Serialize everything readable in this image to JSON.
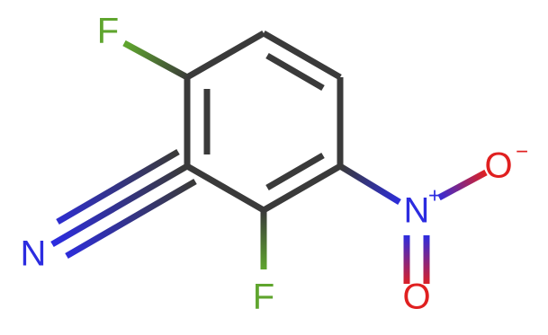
{
  "molecule": {
    "atoms": {
      "f_top": {
        "symbol": "F",
        "color": "#5fa52e"
      },
      "f_bottom": {
        "symbol": "F",
        "color": "#5fa52e"
      },
      "n_nitrile": {
        "symbol": "N",
        "color": "#2c2ce0"
      },
      "n_nitro": {
        "symbol": "N",
        "color": "#2c2ce0",
        "charge": "+"
      },
      "o_minus": {
        "symbol": "O",
        "color": "#e02020",
        "charge": "−"
      },
      "o_double": {
        "symbol": "O",
        "color": "#e02020"
      }
    },
    "bond_color": "#3a3a3a"
  }
}
